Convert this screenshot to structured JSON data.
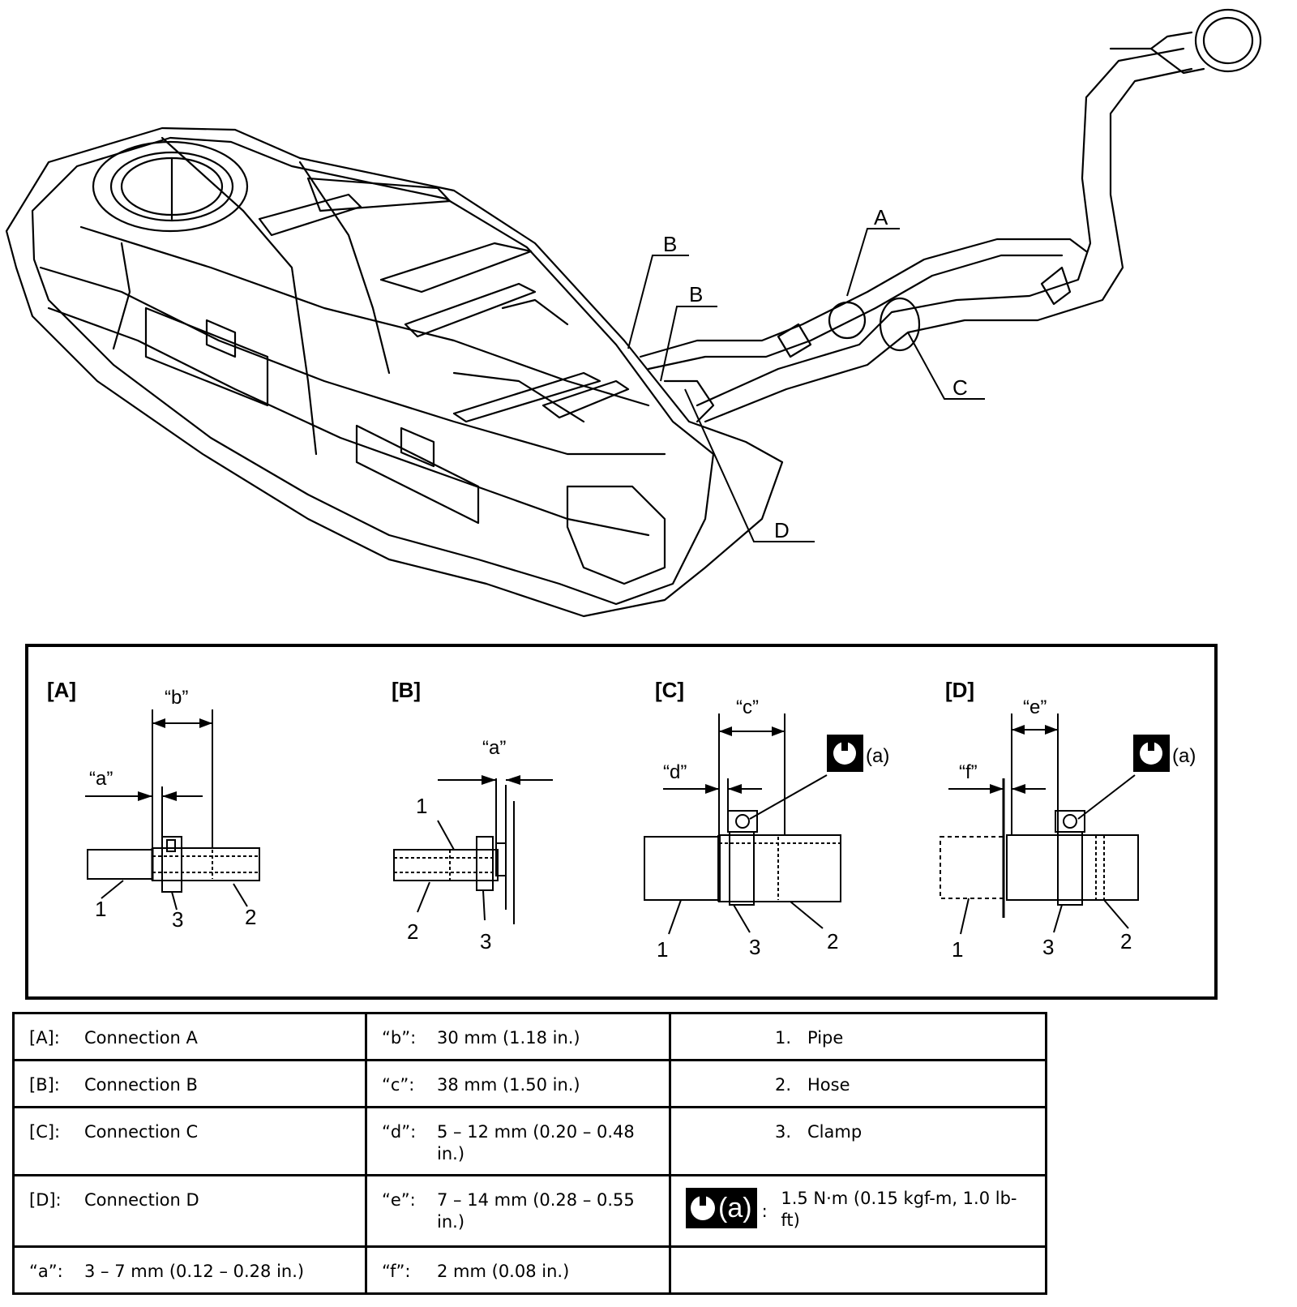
{
  "main_diagram": {
    "labels": {
      "A": "A",
      "B1": "B",
      "B2": "B",
      "C": "C",
      "D": "D"
    }
  },
  "details": {
    "A": {
      "title": "[A]",
      "dims": {
        "b": "“b”",
        "a": "“a”"
      },
      "parts": {
        "p1": "1",
        "p3": "3",
        "p2": "2"
      }
    },
    "B": {
      "title": "[B]",
      "dims": {
        "a": "“a”"
      },
      "parts": {
        "p1": "1",
        "p2": "2",
        "p3": "3"
      }
    },
    "C": {
      "title": "[C]",
      "dims": {
        "c": "“c”",
        "d": "“d”"
      },
      "torque": "(a)",
      "parts": {
        "p1": "1",
        "p3": "3",
        "p2": "2"
      }
    },
    "D": {
      "title": "[D]",
      "dims": {
        "e": "“e”",
        "f": "“f”"
      },
      "torque": "(a)",
      "parts": {
        "p1": "1",
        "p3": "3",
        "p2": "2"
      }
    }
  },
  "legend": {
    "r1": {
      "k1": "[A]:",
      "v1": "Connection A",
      "k2": "“b”:",
      "v2": "30 mm (1.18 in.)",
      "k3": "1.",
      "v3": "Pipe"
    },
    "r2": {
      "k1": "[B]:",
      "v1": "Connection B",
      "k2": "“c”:",
      "v2": "38 mm (1.50 in.)",
      "k3": "2.",
      "v3": "Hose"
    },
    "r3": {
      "k1": "[C]:",
      "v1": "Connection C",
      "k2": "“d”:",
      "v2": "5 – 12 mm (0.20 – 0.48 in.)",
      "k3": "3.",
      "v3": "Clamp"
    },
    "r4": {
      "k1": "[D]:",
      "v1": "Connection D",
      "k2": "“e”:",
      "v2": "7 – 14 mm (0.28 – 0.55 in.)",
      "badge": "(a)",
      "colon": ":",
      "v3": "1.5 N·m (0.15 kgf-m, 1.0 lb-ft)"
    },
    "r5": {
      "k1": "“a”:",
      "v1": "3 – 7 mm (0.12 – 0.28 in.)",
      "k2": "“f”:",
      "v2": "2 mm (0.08 in.)"
    }
  }
}
